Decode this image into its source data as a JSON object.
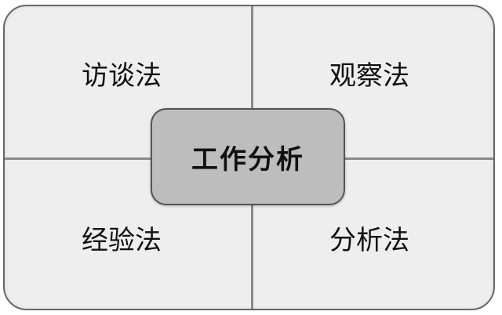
{
  "diagram": {
    "center": "工作分析",
    "quadrants": {
      "top_left": "访谈法",
      "top_right": "观察法",
      "bottom_left": "经验法",
      "bottom_right": "分析法"
    },
    "colors": {
      "frame_fill": "#eeeeee",
      "frame_border": "#666666",
      "divider": "#8a8a8a",
      "center_fill": "#bdbdbd",
      "center_border": "#555555",
      "text": "#111111"
    }
  }
}
